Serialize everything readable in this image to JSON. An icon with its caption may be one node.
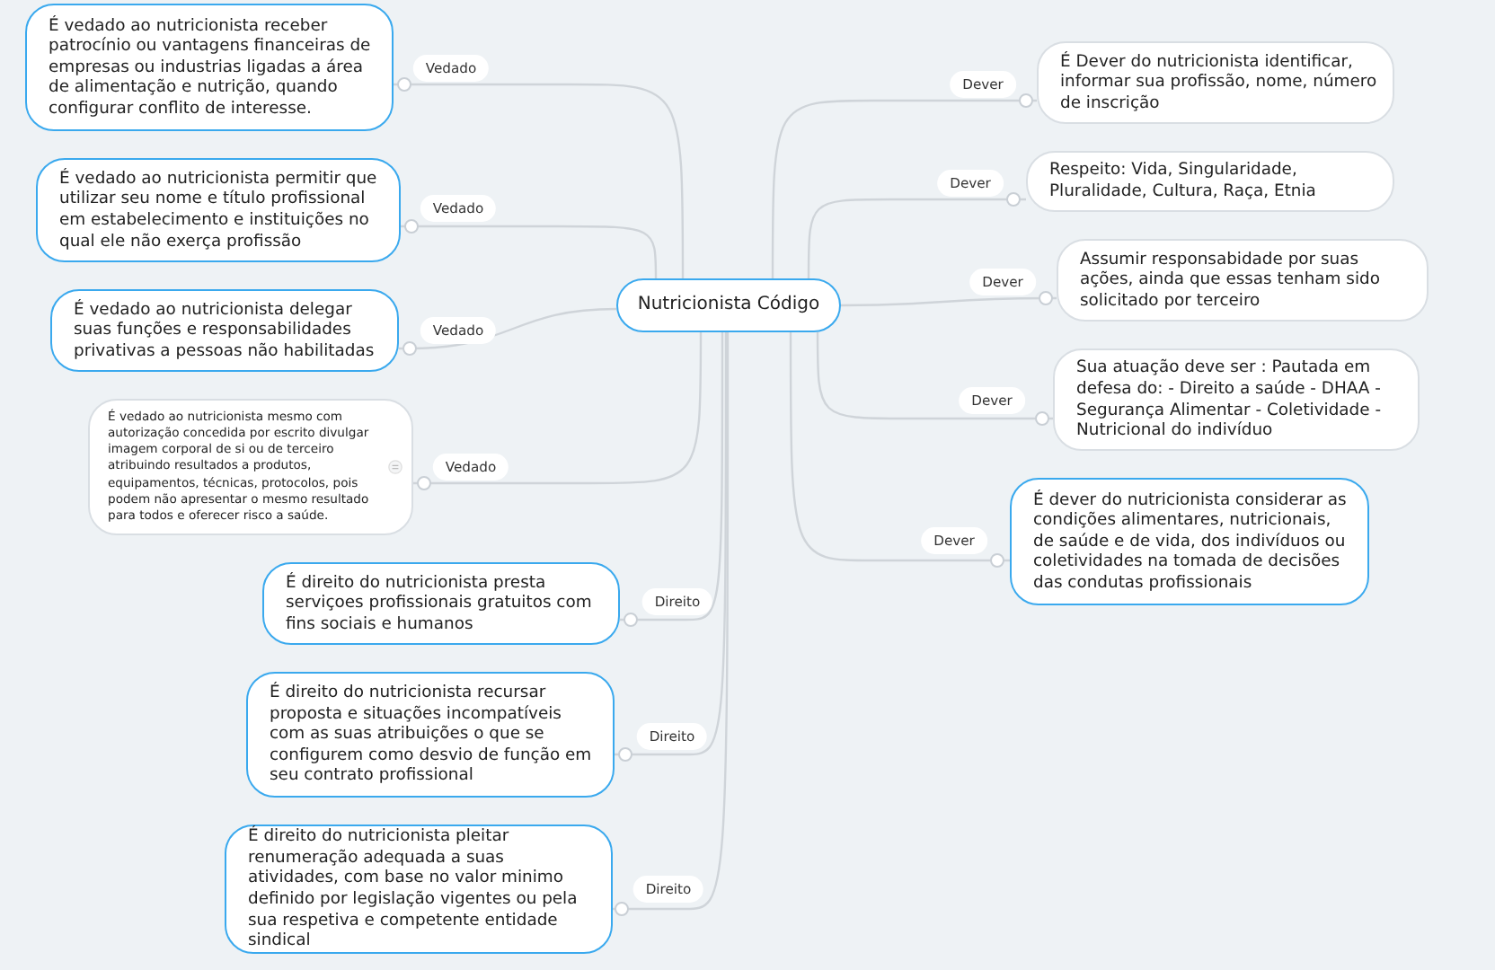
{
  "diagram": {
    "nodes": [
      {
        "text": [
          "Nutricionista Código"
        ]
      },
      {
        "text": [
          "É vedado ao nutricionista receber patrocínio ou vantagens financeiras de empresas ou industrias ligadas a área de alimentação e nutrição, quando configurar conflito de interesse."
        ]
      },
      {
        "text": [
          "É vedado ao nutricionista permitir que utilizar seu nome e título profissional em estabelecimento e instituições no qual ele não exerça profissão"
        ]
      },
      {
        "text": [
          "É vedado ao nutricionista delegar suas funções e responsabilidades privativas a pessoas não habilitadas"
        ]
      },
      {
        "text": [
          "É vedado ao nutricionista mesmo com autorização concedida por escrito divulgar imagem corporal de si ou de terceiro atribuindo resultados a produtos, equipamentos, técnicas, protocolos, pois podem não apresentar o mesmo resultado para todos e oferecer risco a saúde."
        ]
      },
      {
        "text": [
          "É direito do nutricionista presta serviçoes profissionais gratuitos com fins sociais e humanos"
        ]
      },
      {
        "text": [
          "É direito do nutricionista recursar proposta e situações incompatíveis com as suas atribuições o que se configurem como desvio de função em seu contrato profissional"
        ]
      },
      {
        "text": [
          "É direito do nutricionista pleitar renumeração adequada a suas atividades, com base no valor minimo definido por legislação vigentes ou pela sua respetiva e competente entidade sindical"
        ]
      },
      {
        "text": [
          "É Dever do nutricionista identificar, informar sua profissão, nome, número de inscrição"
        ]
      },
      {
        "text": [
          "Respeito: Vida, Singularidade, Pluralidade, Cultura, Raça, Etnia"
        ]
      },
      {
        "text": [
          "Assumir responsabidade por suas ações, ainda que essas tenham sido solicitado por terceiro"
        ]
      },
      {
        "text": [
          "Sua atuação deve ser : Pautada em defesa do: - Direito a saúde - DHAA - Segurança Alimentar - Coletividade - Nutricional do indivíduo"
        ]
      },
      {
        "text": [
          "É dever do nutricionista considerar as condições alimentares, nutricionais, de saúde e de vida, dos indivíduos ou coletividades na tomada de decisões das condutas profissionais"
        ]
      }
    ],
    "edges": [
      {
        "from": 0,
        "to": 1,
        "arrow": "none",
        "label": "Vedado"
      },
      {
        "from": 0,
        "to": 2,
        "arrow": "none",
        "label": "Vedado"
      },
      {
        "from": 0,
        "to": 3,
        "arrow": "none",
        "label": "Vedado"
      },
      {
        "from": 0,
        "to": 4,
        "arrow": "none",
        "label": "Vedado"
      },
      {
        "from": 0,
        "to": 5,
        "arrow": "none",
        "label": "Direito"
      },
      {
        "from": 0,
        "to": 6,
        "arrow": "none",
        "label": "Direito"
      },
      {
        "from": 0,
        "to": 7,
        "arrow": "none",
        "label": "Direito"
      },
      {
        "from": 0,
        "to": 8,
        "arrow": "none",
        "label": "Dever"
      },
      {
        "from": 0,
        "to": 9,
        "arrow": "none",
        "label": "Dever"
      },
      {
        "from": 0,
        "to": 10,
        "arrow": "none",
        "label": "Dever"
      },
      {
        "from": 0,
        "to": 11,
        "arrow": "none",
        "label": "Dever"
      },
      {
        "from": 0,
        "to": 12,
        "arrow": "none",
        "label": "Dever"
      }
    ]
  }
}
